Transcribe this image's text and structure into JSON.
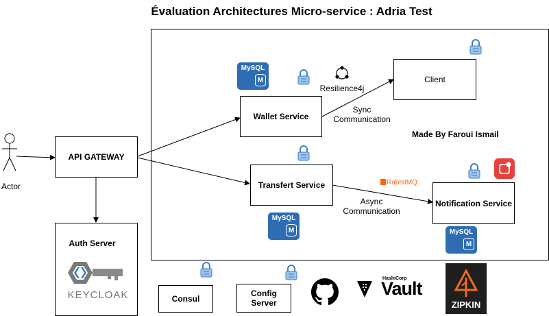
{
  "title": "Évaluation Architectures Micro-service : Adria Test",
  "actor": {
    "label": "Actor"
  },
  "gateway": {
    "label": "API GATEWAY"
  },
  "auth": {
    "label": "Auth Server",
    "logo_text": "KEYCLOAK"
  },
  "services": {
    "wallet": "Wallet Service",
    "transfer": "Transfert Service",
    "client": "Client",
    "notification": "Notification Service"
  },
  "edges": {
    "resilience": "Resilience4j",
    "sync_1": "Sync",
    "sync_2": "Communication",
    "async_1": "Async",
    "async_2": "Communication"
  },
  "credit": "Made By Faroui Ismail",
  "mysql": {
    "label": "MySQL",
    "glyph": "M"
  },
  "rabbitmq": {
    "label": "RabbitMQ."
  },
  "bottom": {
    "consul": "Consul",
    "config_1": "Config",
    "config_2": "Server",
    "vault_brand": "HashiCorp",
    "vault_name": "Vault",
    "zipkin": "ZIPKIN"
  },
  "colors": {
    "mysql": "#2f6db3",
    "lock": "#3f7fc6",
    "rabbit": "#ff6600",
    "zipkin_bg": "#1f1f1f",
    "zipkin_accent": "#f26a21",
    "notify_badge": "#e8413d"
  },
  "icons": [
    "person-icon",
    "mysql-icon",
    "lock-icon",
    "resilience4j-icon",
    "rabbitmq-icon",
    "notification-badge-icon",
    "github-icon",
    "vault-icon",
    "zipkin-icon",
    "keycloak-icon"
  ]
}
